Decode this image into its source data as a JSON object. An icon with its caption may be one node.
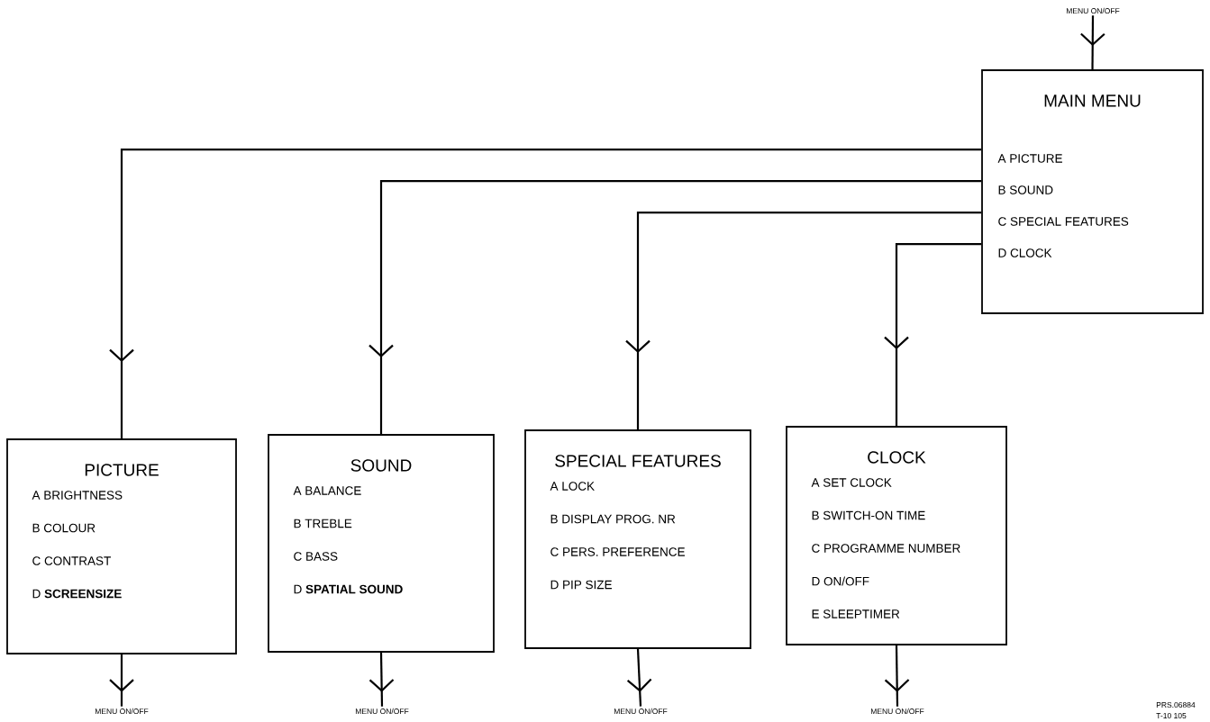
{
  "diagram": {
    "nodes": [
      {
        "text": [
          "MENU ON/OFF"
        ]
      },
      {
        "text": [
          "MAIN MENU",
          "A PICTURE",
          "B SOUND",
          "C SPECIAL FEATURES",
          "D CLOCK"
        ]
      },
      {
        "text": [
          "PICTURE",
          "A BRIGHTNESS",
          "B COLOUR",
          "C CONTRAST",
          "D **SCREENSIZE**"
        ]
      },
      {
        "text": [
          "SOUND",
          "A BALANCE",
          "B TREBLE",
          "C BASS",
          "D **SPATIAL SOUND**"
        ]
      },
      {
        "text": [
          "SPECIAL FEATURES",
          "A LOCK",
          "B DISPLAY PROG. NR",
          "C PERS. PREFERENCE",
          "D PIP SIZE"
        ]
      },
      {
        "text": [
          "CLOCK",
          "A SET CLOCK",
          "B SWITCH-ON TIME",
          "C PROGRAMME NUMBER",
          "D ON/OFF",
          "E SLEEPTIMER"
        ]
      },
      {
        "text": [
          "MENU ON/OFF"
        ]
      },
      {
        "text": [
          "MENU ON/OFF"
        ]
      },
      {
        "text": [
          "MENU ON/OFF"
        ]
      },
      {
        "text": [
          "MENU ON/OFF"
        ]
      }
    ],
    "edges": [
      {
        "from": 0,
        "to": 1,
        "arrow": "to"
      },
      {
        "from": 1,
        "to": 2,
        "arrow": "to"
      },
      {
        "from": 1,
        "to": 3,
        "arrow": "to"
      },
      {
        "from": 1,
        "to": 4,
        "arrow": "to"
      },
      {
        "from": 1,
        "to": 5,
        "arrow": "to"
      },
      {
        "from": 2,
        "to": 6,
        "arrow": "to"
      },
      {
        "from": 3,
        "to": 7,
        "arrow": "to"
      },
      {
        "from": 4,
        "to": 8,
        "arrow": "to"
      },
      {
        "from": 5,
        "to": 9,
        "arrow": "to"
      }
    ],
    "labels": [
      "PRS.06884",
      "T-10 105"
    ]
  }
}
